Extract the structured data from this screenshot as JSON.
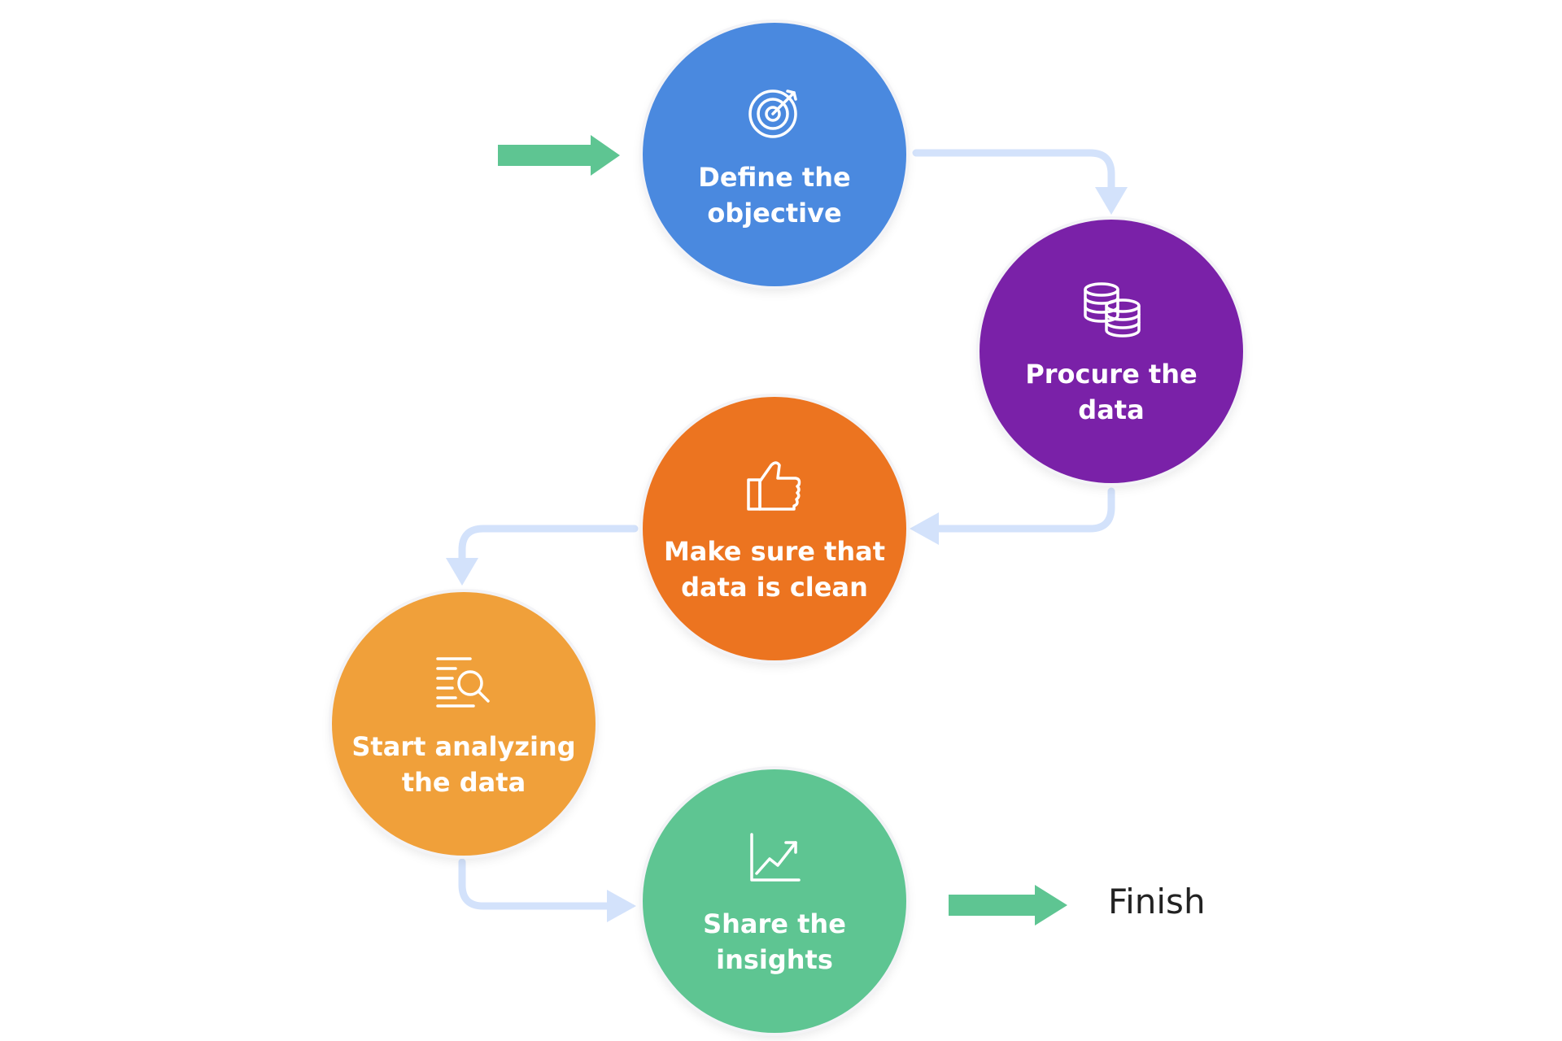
{
  "colors": {
    "define": "#4A89DF",
    "procure": "#7A21A8",
    "clean": "#EC7420",
    "analyze": "#F0A03A",
    "share": "#5EC592",
    "connector": "#D3E2FB",
    "arrow": "#5EC592"
  },
  "steps": [
    {
      "id": "define",
      "label": "Define the objective",
      "icon": "target-icon"
    },
    {
      "id": "procure",
      "label": "Procure the data",
      "icon": "database-icon"
    },
    {
      "id": "clean",
      "label": "Make sure that data is clean",
      "icon": "thumbs-up-icon"
    },
    {
      "id": "analyze",
      "label": "Start analyzing the data",
      "icon": "document-search-icon"
    },
    {
      "id": "share",
      "label": "Share the insights",
      "icon": "line-chart-icon"
    }
  ],
  "finish_label": "Finish"
}
